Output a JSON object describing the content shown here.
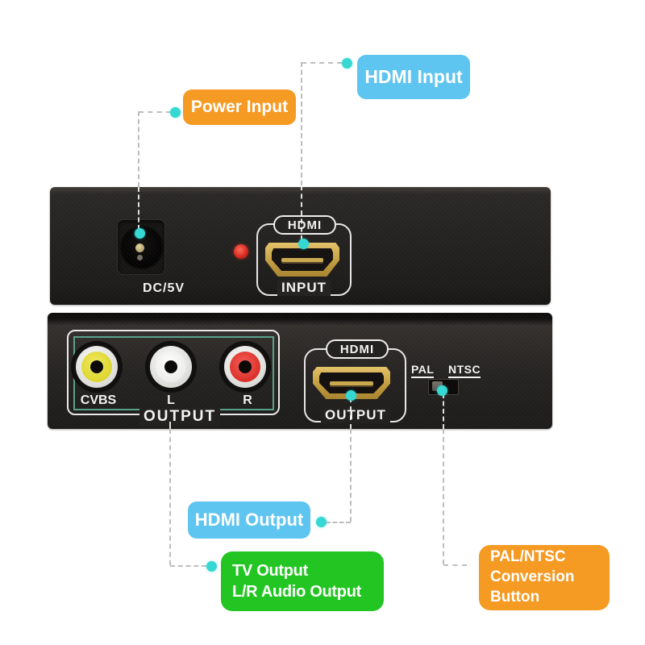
{
  "device": {
    "top_panel": {
      "power_jack_label": "DC/5V",
      "hdmi_badge": "HDMI",
      "hdmi_port_label": "INPUT"
    },
    "bottom_panel": {
      "rca_jacks": [
        {
          "label": "CVBS",
          "ring_color": "#e3dd3f"
        },
        {
          "label": "L",
          "ring_color": "#f2f2f2"
        },
        {
          "label": "R",
          "ring_color": "#d93636"
        }
      ],
      "rca_group_label": "OUTPUT",
      "hdmi_badge": "HDMI",
      "hdmi_port_label": "OUTPUT",
      "switch_left_label": "PAL",
      "switch_right_label": "NTSC"
    }
  },
  "callouts": {
    "power": {
      "label": "Power Input",
      "color": "#f59a23"
    },
    "hdmi_input": {
      "label": "HDMI Input",
      "color": "#5ec4f0"
    },
    "hdmi_output": {
      "label": "HDMI Output",
      "color": "#5ec4f0"
    },
    "tv_output": {
      "line1": "TV Output",
      "line2": "L/R Audio Output",
      "color": "#22c522"
    },
    "pal_ntsc": {
      "line1": "PAL/NTSC",
      "line2": "Conversion",
      "line3": "Button",
      "color": "#f59a23"
    }
  },
  "palette": {
    "panel_dark": "#242220",
    "dot_cyan": "#35d8d3",
    "leader_line_gray": "#bdbdbd",
    "teal_outline": "#5aa18c",
    "led_red": "#d92b20",
    "hdmi_gold": "#c09a3e"
  }
}
